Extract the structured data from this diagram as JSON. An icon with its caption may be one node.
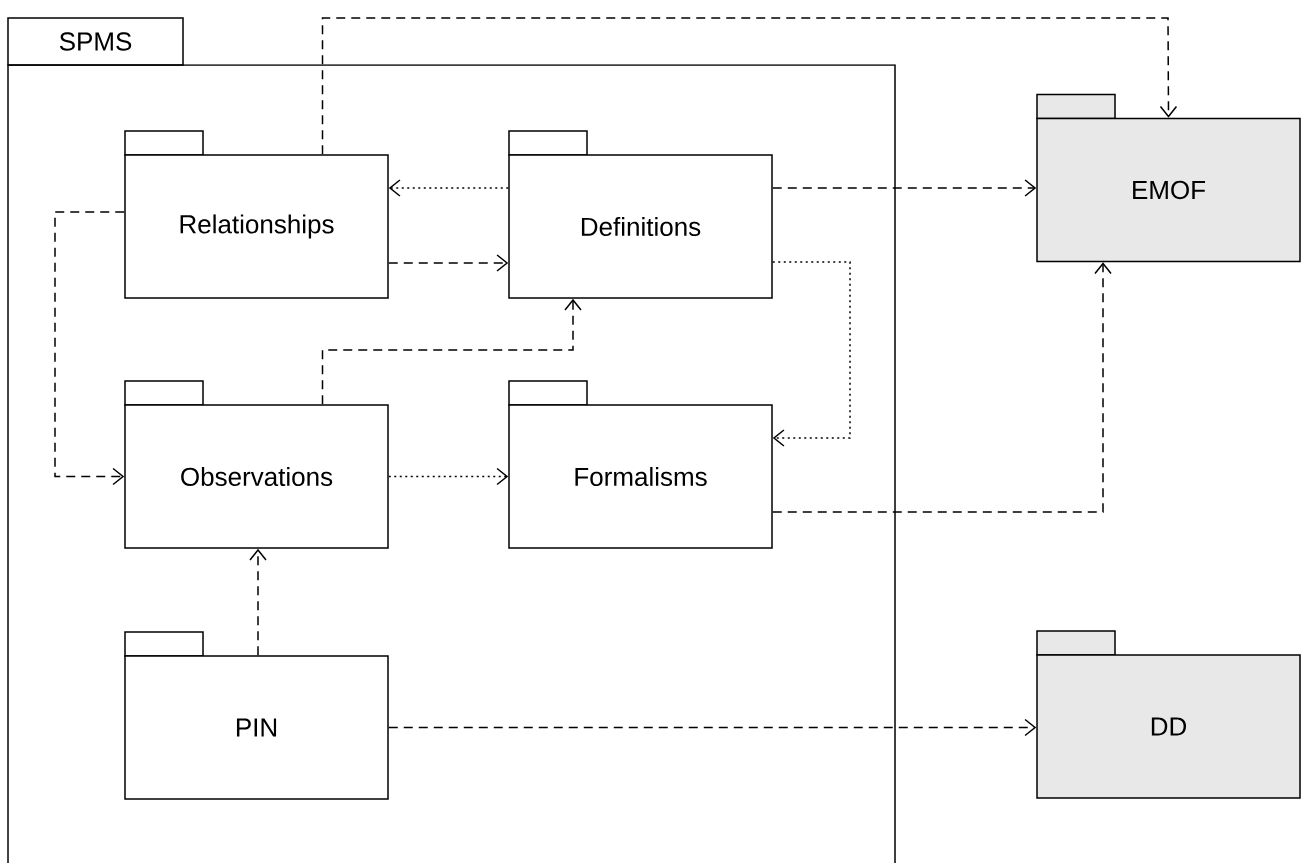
{
  "diagram": {
    "nodes": [
      {
        "text": [
          "SPMS"
        ]
      },
      {
        "text": [
          "Relationships"
        ],
        "in": 0
      },
      {
        "text": [
          "Definitions"
        ],
        "in": 0
      },
      {
        "text": [
          "Observations"
        ],
        "in": 0
      },
      {
        "text": [
          "Formalisms"
        ],
        "in": 0
      },
      {
        "text": [
          "PIN"
        ],
        "in": 0
      },
      {
        "text": [
          "EMOF"
        ]
      },
      {
        "text": [
          "DD"
        ]
      }
    ],
    "edges": [
      {
        "from": 1,
        "to": 6,
        "arrow": "to",
        "style": "dashed"
      },
      {
        "from": 2,
        "to": 1,
        "arrow": "to"
      },
      {
        "from": 1,
        "to": 2,
        "arrow": "to",
        "style": "dashed"
      },
      {
        "from": 2,
        "to": 6,
        "arrow": "to",
        "style": "dashed"
      },
      {
        "from": 1,
        "to": 3,
        "arrow": "to",
        "style": "dashed"
      },
      {
        "from": 2,
        "to": 4,
        "arrow": "to"
      },
      {
        "from": 3,
        "to": 2,
        "arrow": "to",
        "style": "dashed"
      },
      {
        "from": 3,
        "to": 4,
        "arrow": "to"
      },
      {
        "from": 4,
        "to": 6,
        "arrow": "to",
        "style": "dashed"
      },
      {
        "from": 5,
        "to": 3,
        "arrow": "to",
        "style": "dashed"
      },
      {
        "from": 5,
        "to": 7,
        "arrow": "to",
        "style": "dashed"
      }
    ]
  }
}
